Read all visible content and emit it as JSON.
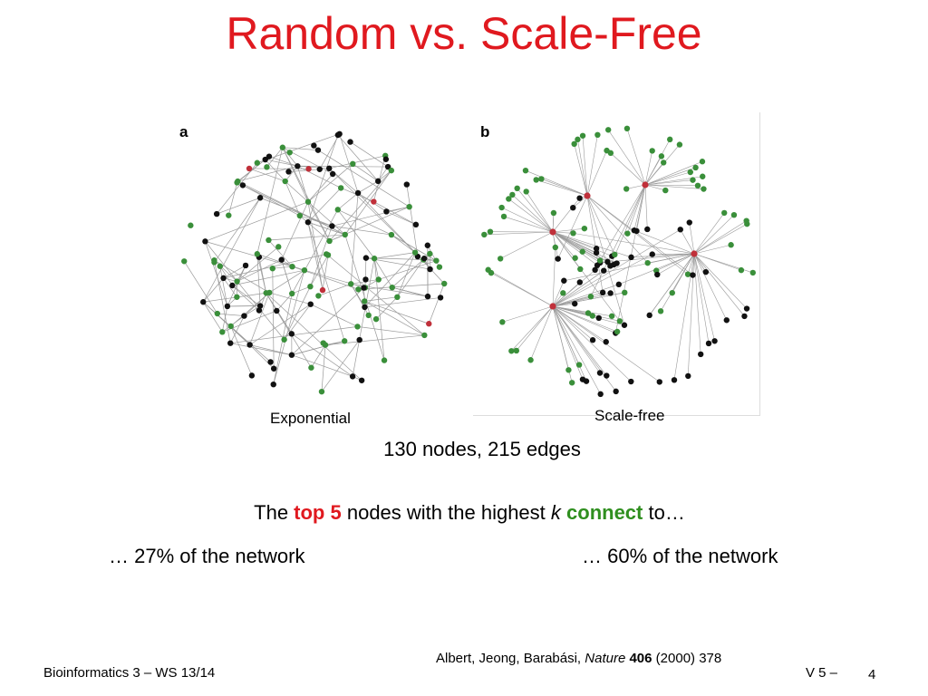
{
  "slide": {
    "title": "Random vs. Scale-Free",
    "panel_a": {
      "letter": "a",
      "caption": "Exponential"
    },
    "panel_b": {
      "letter": "b",
      "caption": "Scale-free"
    },
    "stats": "130 nodes,  215 edges",
    "sentence": {
      "part1": "The ",
      "top5": "top 5",
      "part2": " nodes with the highest ",
      "k": "k",
      "connect": "connect",
      "part3": " to…"
    },
    "percent_a": "… 27% of the network",
    "percent_b": "… 60% of the network",
    "reference": {
      "authors": "Albert, Jeong, Barabási, ",
      "journal": "Nature",
      "volume": "406",
      "rest": " (2000) 378"
    },
    "footer_left": "Bioinformatics 3 – WS 13/14",
    "footer_right": "V 5 –",
    "page_number": "4"
  },
  "colors": {
    "title": "#e0191f",
    "hub_node": "#c0303a",
    "green_node": "#3a8f3a",
    "black_node": "#111111",
    "edge": "#9a9a9a"
  }
}
